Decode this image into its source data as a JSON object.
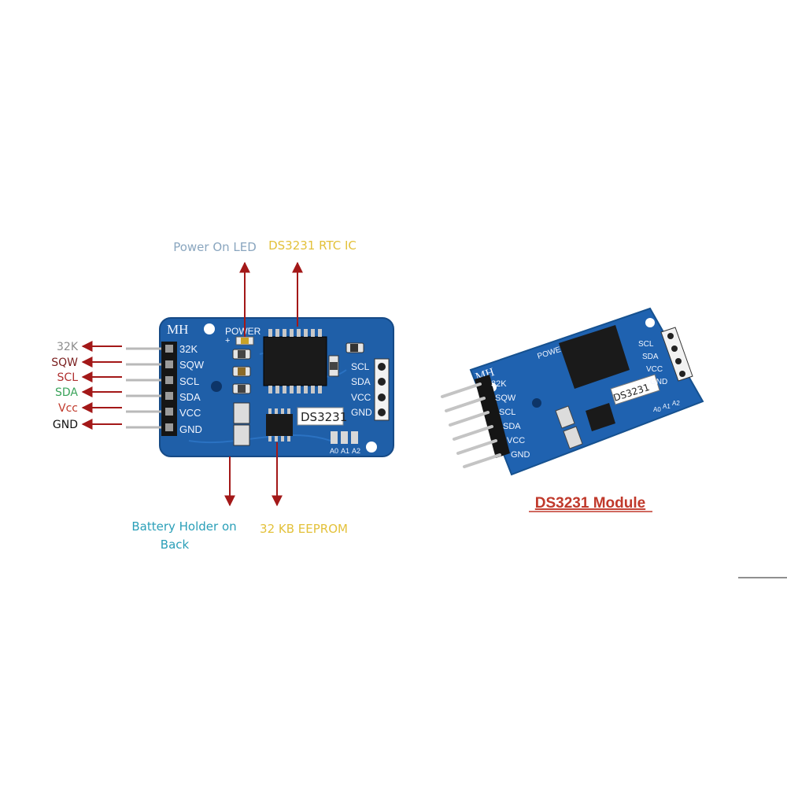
{
  "callouts": {
    "power_led": "Power On LED",
    "rtc_ic": "DS3231 RTC IC",
    "battery_line1": "Battery Holder on",
    "battery_line2": "Back",
    "eeprom": "32 KB EEPROM"
  },
  "left_pins": [
    {
      "label": "32K",
      "color": "#8c8c8c"
    },
    {
      "label": "SQW",
      "color": "#7a1f1f"
    },
    {
      "label": "SCL",
      "color": "#b03030"
    },
    {
      "label": "SDA",
      "color": "#3aa35a"
    },
    {
      "label": "Vcc",
      "color": "#c0392b"
    },
    {
      "label": "GND",
      "color": "#111111"
    }
  ],
  "board": {
    "brand": "MH",
    "power": "POWER",
    "chip": "DS3231",
    "header_left": [
      "32K",
      "SQW",
      "SCL",
      "SDA",
      "VCC",
      "GND"
    ],
    "header_right": [
      "SCL",
      "SDA",
      "VCC",
      "GND"
    ],
    "addr": [
      "A0",
      "A1",
      "A2"
    ]
  },
  "caption": "DS3231 Module",
  "colors": {
    "board": "#1f5fa8",
    "arrow": "#a31818",
    "power_label": "#8aa6bf",
    "rtc_label": "#e3c13a",
    "battery_label": "#2a9fb8",
    "eeprom_label": "#e3c13a",
    "caption": "#c0392b"
  }
}
